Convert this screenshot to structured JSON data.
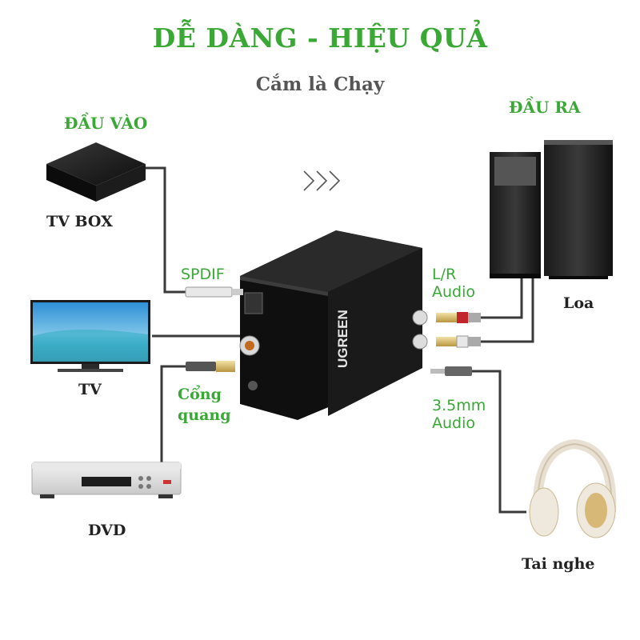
{
  "colors": {
    "green": "#3aa835",
    "cable": "#3a3a3a",
    "device": "#141414",
    "text": "#222222"
  },
  "header": {
    "title": "DỄ DÀNG - HIỆU QUẢ",
    "subtitle": "Cắm là Chạy"
  },
  "inputs": {
    "section_label": "ĐẦU VÀO",
    "devices": [
      "TV BOX",
      "TV",
      "DVD"
    ]
  },
  "outputs": {
    "section_label": "ĐẦU RA",
    "devices": [
      "Loa",
      "Tai nghe"
    ]
  },
  "ports": {
    "spdif": "SPDIF",
    "optical_line1": "Cổng",
    "optical_line2": "quang",
    "lr_line1": "L/R",
    "lr_line2": "Audio",
    "jack_line1": "3.5mm",
    "jack_line2": "Audio"
  },
  "converter": {
    "brand": "UGREEN"
  },
  "icons": [
    "arrow-chevrons-icon",
    "tv-box-icon",
    "tv-icon",
    "dvd-player-icon",
    "speakers-icon",
    "headphones-icon",
    "converter-box-icon"
  ]
}
